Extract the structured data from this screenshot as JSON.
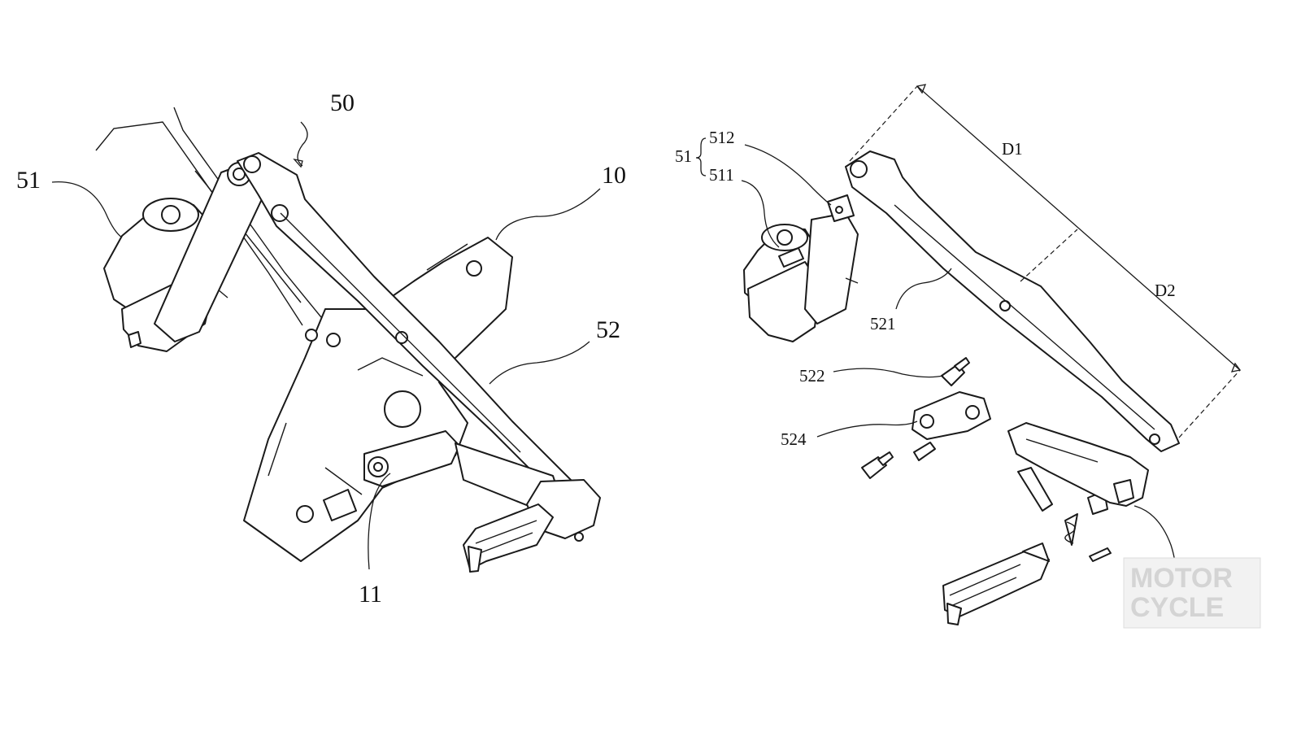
{
  "figure_left": {
    "labels": {
      "l50": "50",
      "l51": "51",
      "l10": "10",
      "l52": "52",
      "l11": "11"
    }
  },
  "figure_right": {
    "labels": {
      "l51": "51",
      "l512": "512",
      "l511": "511",
      "d1": "D1",
      "d2": "D2",
      "l521": "521",
      "l522": "522",
      "l524": "524"
    }
  },
  "watermark": {
    "line1": "MOTOR",
    "line2": "CYCLE"
  },
  "colors": {
    "ink": "#1a1a1a",
    "paper": "#ffffff",
    "watermark": "#d4d4d4"
  }
}
